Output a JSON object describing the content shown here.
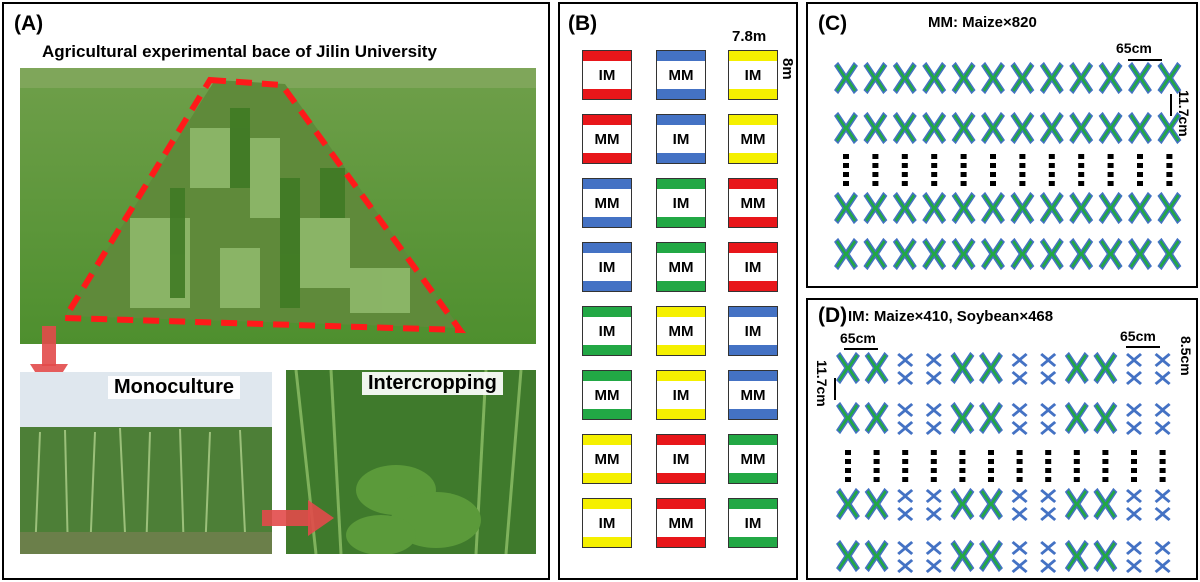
{
  "panel_a": {
    "label": "(A)",
    "title": "Agricultural experimental bace of Jilin University",
    "mono_caption": "Monoculture",
    "inter_caption": "Intercropping"
  },
  "panel_b": {
    "label": "(B)",
    "width_label": "7.8m",
    "height_label": "8m",
    "colors": {
      "red": "#e8161a",
      "blue": "#4472c4",
      "yellow": "#f5f000",
      "green": "#22a845"
    },
    "plots": [
      [
        {
          "t": "IM",
          "c": "red"
        },
        {
          "t": "MM",
          "c": "blue"
        },
        {
          "t": "IM",
          "c": "yellow"
        }
      ],
      [
        {
          "t": "MM",
          "c": "red"
        },
        {
          "t": "IM",
          "c": "blue"
        },
        {
          "t": "MM",
          "c": "yellow"
        }
      ],
      [
        {
          "t": "MM",
          "c": "blue"
        },
        {
          "t": "IM",
          "c": "green"
        },
        {
          "t": "MM",
          "c": "red"
        }
      ],
      [
        {
          "t": "IM",
          "c": "blue"
        },
        {
          "t": "MM",
          "c": "green"
        },
        {
          "t": "IM",
          "c": "red"
        }
      ],
      [
        {
          "t": "IM",
          "c": "green"
        },
        {
          "t": "MM",
          "c": "yellow"
        },
        {
          "t": "IM",
          "c": "blue"
        }
      ],
      [
        {
          "t": "MM",
          "c": "green"
        },
        {
          "t": "IM",
          "c": "yellow"
        },
        {
          "t": "MM",
          "c": "blue"
        }
      ],
      [
        {
          "t": "MM",
          "c": "yellow"
        },
        {
          "t": "IM",
          "c": "red"
        },
        {
          "t": "MM",
          "c": "green"
        }
      ],
      [
        {
          "t": "IM",
          "c": "yellow"
        },
        {
          "t": "MM",
          "c": "red"
        },
        {
          "t": "IM",
          "c": "green"
        }
      ]
    ]
  },
  "panel_c": {
    "label": "(C)",
    "title": "MM: Maize×820",
    "spacing_label": "65cm",
    "row_label": "11.7cm"
  },
  "panel_d": {
    "label": "(D)",
    "title": "IM: Maize×410, Soybean×468",
    "spacing_left": "65cm",
    "spacing_right": "65cm",
    "row_label": "11.7cm",
    "soy_label": "8.5cm",
    "column_pattern": [
      "M",
      "M",
      "S",
      "S",
      "M",
      "M",
      "S",
      "S",
      "M",
      "M",
      "S",
      "S"
    ]
  },
  "icons": {
    "maize": "maize-plant-icon",
    "soybean": "soybean-plant-icon"
  },
  "plant_colors": {
    "maize_fill": "#22a845",
    "maize_stroke": "#4472c4",
    "soy_fill": "#4472c4"
  }
}
